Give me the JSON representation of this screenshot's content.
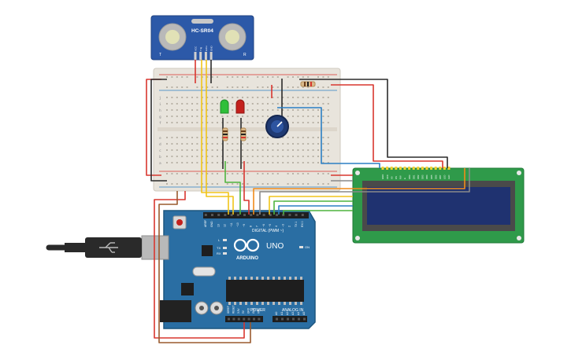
{
  "sensor": {
    "model": "HC-SR04",
    "pins": [
      "VCC",
      "Trig",
      "Echo",
      "GND"
    ],
    "label_t": "T",
    "label_r": "R"
  },
  "arduino": {
    "brand": "ARDUINO",
    "model": "UNO",
    "digital_header": "DIGITAL (PWM ~)",
    "power_header": "POWER",
    "analog_header": "ANALOG IN",
    "led_on": "ON",
    "led_l": "L",
    "led_tx": "TX",
    "led_rx": "RX",
    "digital_pins": [
      "AREF",
      "GND",
      "13",
      "12",
      "~11",
      "~10",
      "~9",
      "8",
      "7",
      "~6",
      "~5",
      "4",
      "~3",
      "2",
      "TX 1",
      "RX 0"
    ],
    "power_pins": [
      "IOREF",
      "RESET",
      "3.3V",
      "5V",
      "GND",
      "GND",
      "VIN"
    ],
    "analog_pins": [
      "A0",
      "A1",
      "A2",
      "A3",
      "A4",
      "A5"
    ]
  },
  "breadboard": {
    "row_letters_top": [
      "j",
      "i",
      "h",
      "g",
      "f"
    ],
    "row_letters_bottom": [
      "e",
      "d",
      "c",
      "b",
      "a"
    ]
  },
  "lcd": {
    "pins": [
      "GND",
      "VCC",
      "V0",
      "RS",
      "RW",
      "E",
      "DB0",
      "DB1",
      "DB2",
      "DB3",
      "DB4",
      "DB5",
      "DB6",
      "DB7",
      "LED",
      "LED"
    ]
  },
  "colors": {
    "arduino_board": "#2a6ea3",
    "breadboard": "#e8e4dc",
    "sensor_board": "#2c59a8",
    "lcd_board": "#2f9a4a",
    "lcd_screen": "#1f3270",
    "wire_red": "#d8362f",
    "wire_black": "#2b2b2b",
    "wire_yellow": "#f0c419",
    "wire_green": "#4fb43f",
    "wire_blue": "#2b7fc4",
    "wire_brown": "#9a5a2e",
    "wire_orange": "#f08c1c",
    "wire_gray": "#8a8a8a",
    "led_green": "#2fbf3a",
    "led_red": "#c4211d"
  }
}
